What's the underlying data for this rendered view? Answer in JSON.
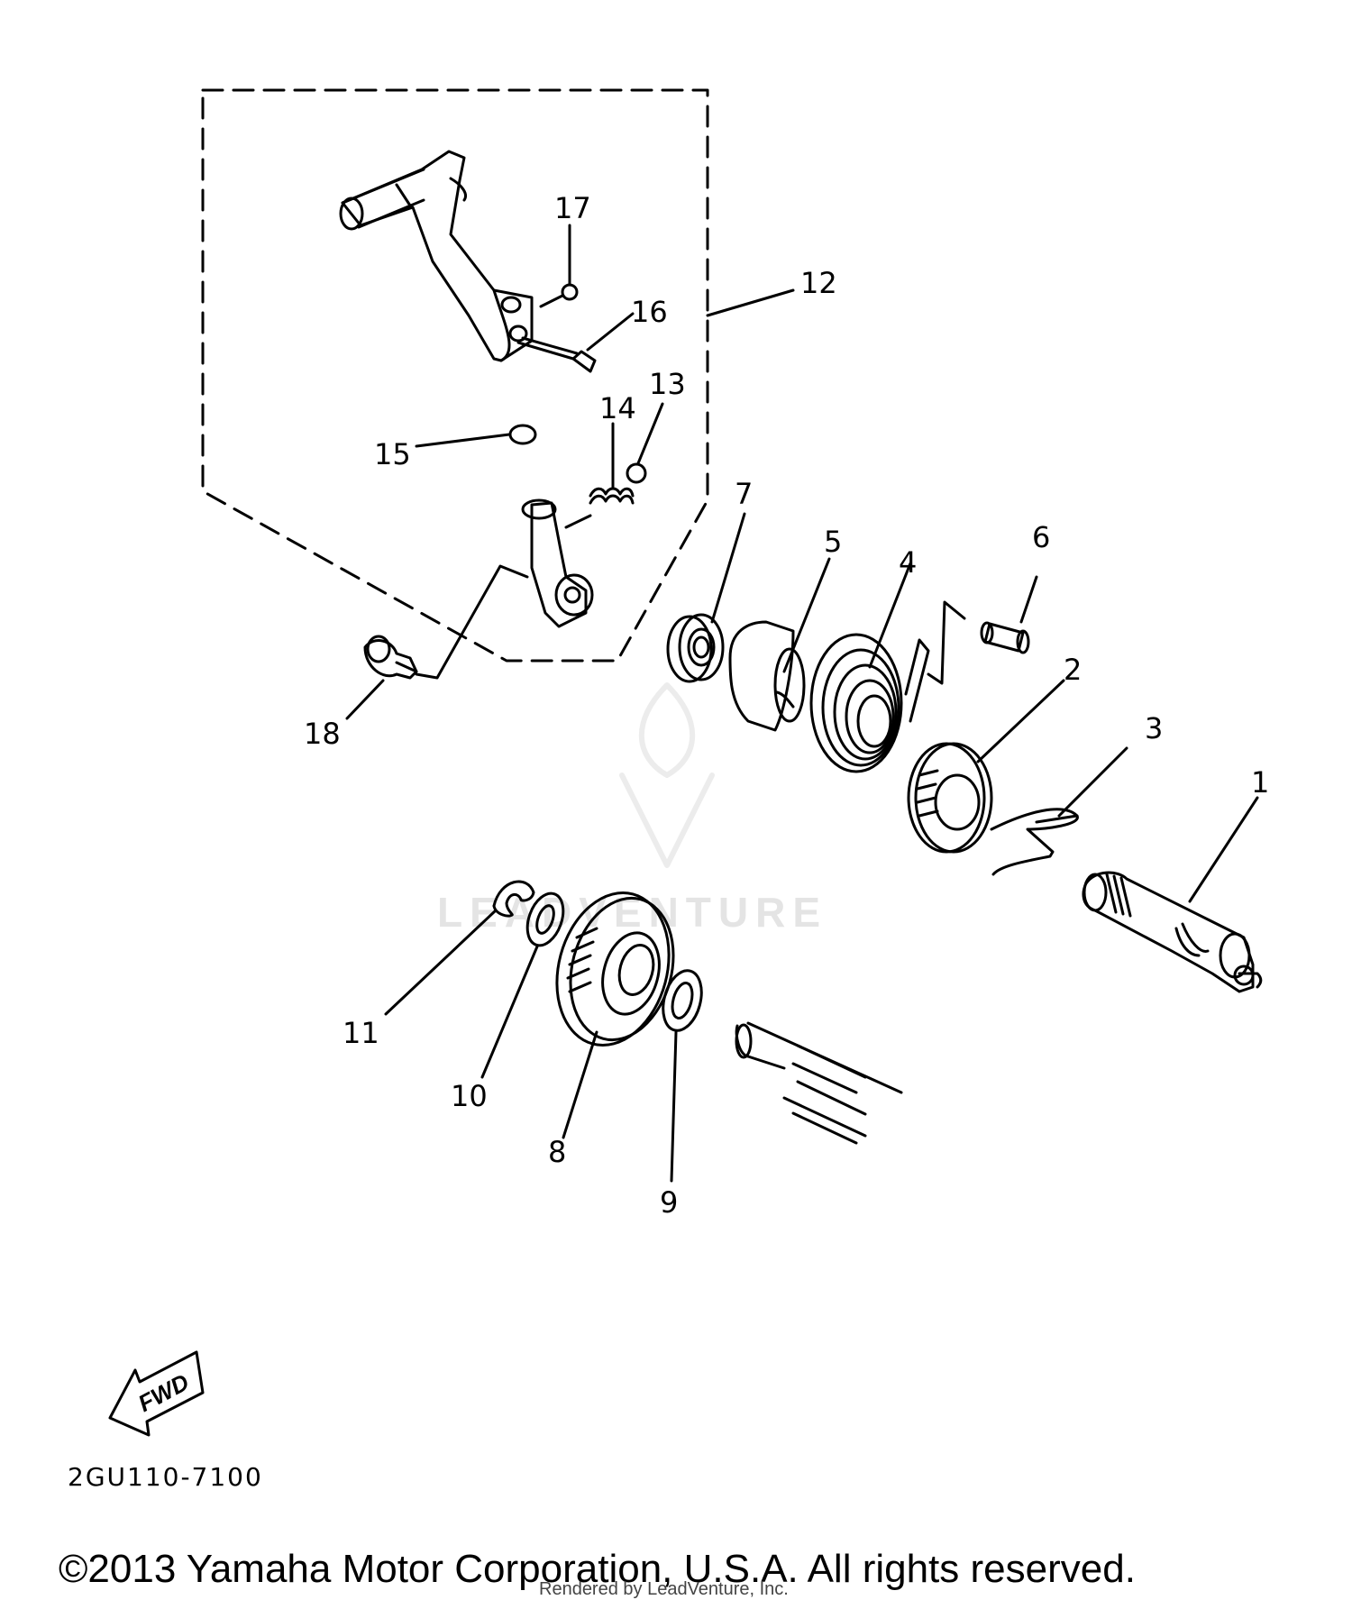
{
  "diagram": {
    "callouts": [
      "1",
      "2",
      "3",
      "4",
      "5",
      "6",
      "7",
      "8",
      "9",
      "10",
      "11",
      "12",
      "13",
      "14",
      "15",
      "16",
      "17",
      "18"
    ],
    "direction_label": "FWD",
    "part_code": "2GU110-7100",
    "copyright": "©2013 Yamaha Motor Corporation, U.S.A. All rights reserved.",
    "rendered_by": "Rendered by LeadVenture, Inc.",
    "watermark": "LEADVENTURE"
  }
}
